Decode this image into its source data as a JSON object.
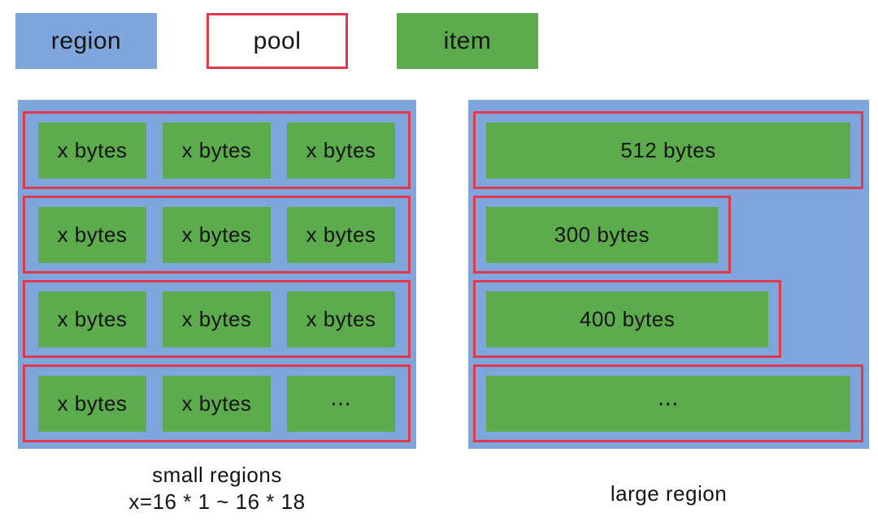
{
  "colors": {
    "region_color": "#7EA6DC",
    "item_color": "#5CAB4C",
    "pool_border": "#E0394B",
    "pool_fill": "#FFFFFF",
    "text": "#141414",
    "background": "#FFFFFF"
  },
  "legend": {
    "region_label": "region",
    "pool_label": "pool",
    "item_label": "item"
  },
  "small_regions": {
    "caption_line1": "small regions",
    "caption_line2": "x=16 * 1 ~ 16 * 18",
    "pools": [
      {
        "items": [
          "x bytes",
          "x bytes",
          "x bytes"
        ]
      },
      {
        "items": [
          "x bytes",
          "x bytes",
          "x bytes"
        ]
      },
      {
        "items": [
          "x bytes",
          "x bytes",
          "x bytes"
        ]
      },
      {
        "items": [
          "x bytes",
          "x bytes",
          "⋯"
        ]
      }
    ]
  },
  "large_region": {
    "caption": "large region",
    "pools": [
      {
        "item": "512 bytes"
      },
      {
        "item": "300 bytes"
      },
      {
        "item": "400 bytes"
      },
      {
        "item": "⋯"
      }
    ]
  }
}
